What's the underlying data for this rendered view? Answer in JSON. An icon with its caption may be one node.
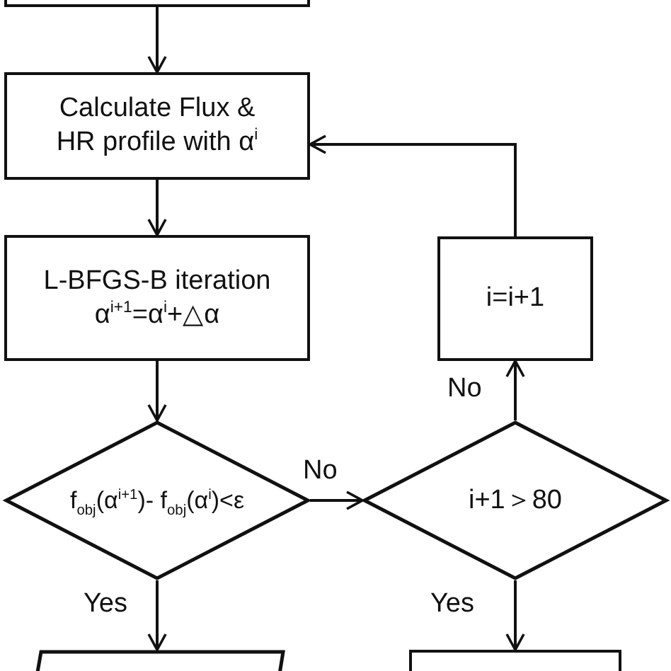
{
  "diagram": {
    "nodes": [
      {
        "text": [],
        "shape": "box"
      },
      {
        "text": [
          "Calculate Flux & HR profile with α$^{i}$"
        ]
      },
      {
        "text": [
          "L-BFGS-B iteration",
          "α$^{i+1}$=α$^{i}$+△α"
        ]
      },
      {
        "text": [
          "f$_{obj}$(α$^{i+1}$)- f$_{obj}$(α$^{i}$)<ε"
        ]
      },
      {
        "text": [
          "i+1＞80"
        ]
      },
      {
        "text": [
          "i=i+1"
        ]
      },
      {
        "text": [],
        "shape": "parallelogram"
      },
      {
        "text": [],
        "shape": "box"
      }
    ],
    "edges": [
      {
        "from": 0,
        "to": 1,
        "arrow": "to"
      },
      {
        "from": 1,
        "to": 2,
        "arrow": "to"
      },
      {
        "from": 2,
        "to": 3,
        "arrow": "to"
      },
      {
        "from": 3,
        "to": 4,
        "arrow": "to",
        "label": "No"
      },
      {
        "from": 4,
        "to": 5,
        "arrow": "to",
        "label": "No"
      },
      {
        "from": 5,
        "to": 1,
        "arrow": "to"
      },
      {
        "from": 3,
        "to": 6,
        "arrow": "to",
        "label": "Yes"
      },
      {
        "from": 4,
        "to": 7,
        "arrow": "to",
        "label": "Yes"
      }
    ]
  }
}
